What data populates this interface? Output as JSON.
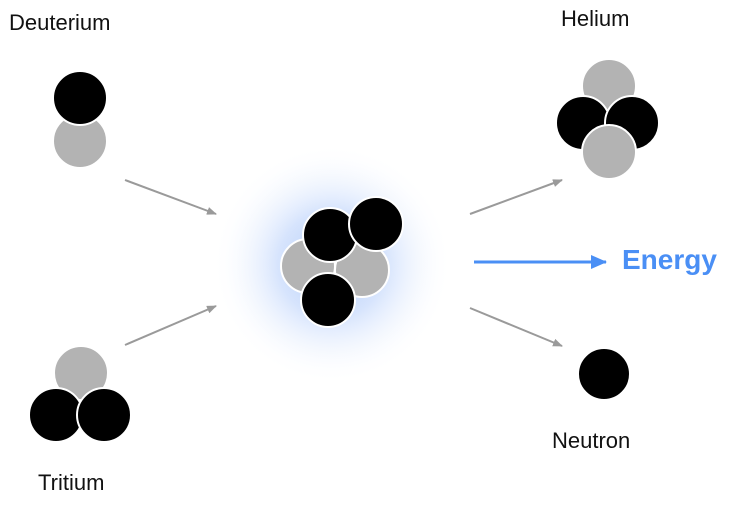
{
  "labels": {
    "deuterium": "Deuterium",
    "tritium": "Tritium",
    "helium": "Helium",
    "neutron": "Neutron",
    "energy": "Energy"
  },
  "colors": {
    "proton": "#000000",
    "neutron_particle": "#b3b3b3",
    "particle_outline": "#ffffff",
    "arrow": "#9a9a9a",
    "energy": "#4a8ff5",
    "glow": "#bcd3fb"
  }
}
